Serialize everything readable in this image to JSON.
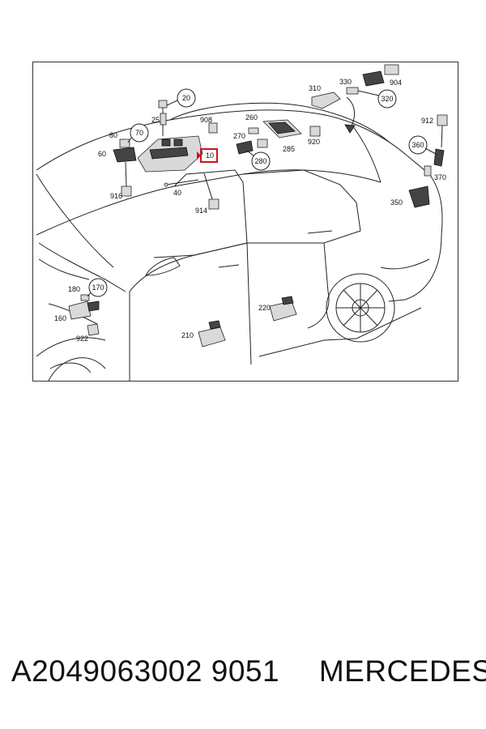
{
  "footer": {
    "part_number": "A2049063002 9051",
    "brand": "MERCEDES"
  },
  "callouts": {
    "c20": "20",
    "c70": "70",
    "c280": "280",
    "c320": "320",
    "c360": "360",
    "c170": "170",
    "c10": "10"
  },
  "labels": {
    "l25": "25",
    "l80": "80",
    "l60": "60",
    "l916": "916",
    "l908": "908",
    "l40": "40",
    "l914": "914",
    "l260": "260",
    "l270": "270",
    "l285": "285",
    "l920": "920",
    "l310": "310",
    "l330": "330",
    "l904": "904",
    "l912": "912",
    "l370": "370",
    "l350": "350",
    "l180": "180",
    "l160": "160",
    "l922": "922",
    "l220": "220",
    "l210": "210"
  },
  "colors": {
    "highlight_box": "#d0121b",
    "outline": "#222222"
  }
}
